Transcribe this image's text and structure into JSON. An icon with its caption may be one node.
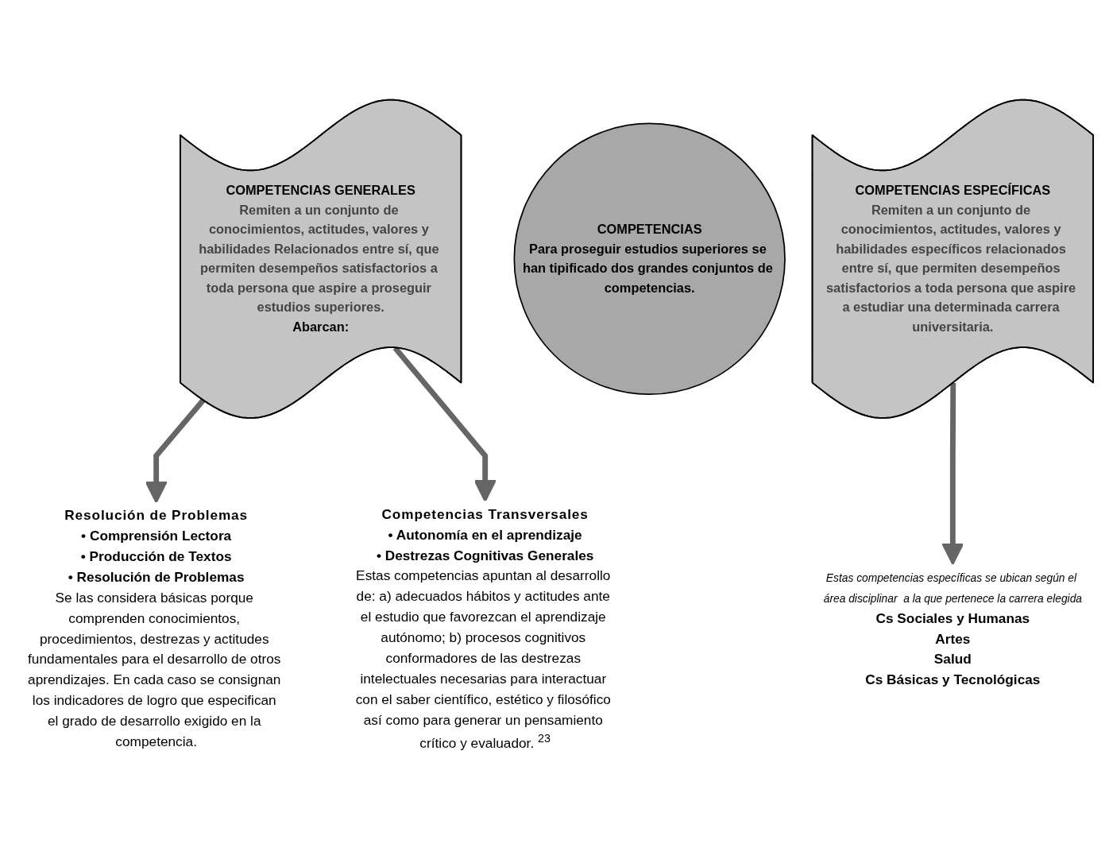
{
  "diagram": {
    "nodes": [
      {
        "text": [
          "COMPETENCIAS GENERALES",
          "Remiten a un conjunto de conocimientos, actitudes, valores y habilidades Relacionados entre sí, que permiten desempeños satisfactorios a toda persona que aspire a proseguir estudios superiores.",
          "Abarcan:"
        ]
      },
      {
        "text": [
          "COMPETENCIAS",
          "Para proseguir estudios superiores se han tipificado dos grandes conjuntos de competencias."
        ]
      },
      {
        "text": [
          "COMPETENCIAS ESPECÍFICAS",
          "Remiten a un conjunto de conocimientos, actitudes, valores y habilidades específicos relacionados entre sí, que permiten desempeños satisfactorios a toda persona que aspire a estudiar una determinada carrera universitaria."
        ]
      },
      {
        "text": [
          "Resolución de Problemas",
          "• Comprensión Lectora",
          "• Producción de Textos",
          "• Resolución de Problemas",
          "Se las considera básicas porque comprenden conocimientos, procedimientos, destrezas y actitudes fundamentales para el desarrollo de otros aprendizajes. En cada caso se consignan los indicadores de logro que especifican el grado de desarrollo exigido en la competencia."
        ]
      },
      {
        "text": [
          "Competencias Transversales",
          "• Autonomía en el aprendizaje",
          "• Destrezas Cognitivas Generales",
          "Estas competencias apuntan al desarrollo de: a) adecuados hábitos y actitudes ante el estudio que favorezcan el aprendizaje autónomo; b) procesos cognitivos conformadores de las destrezas intelectuales necesarias para interactuar con el saber científico, estético y filosófico así como para generar un pensamiento crítico y evaluador. $^{23}$"
        ]
      },
      {
        "text": [
          "Estas competencias específicas se ubican según el área disciplinar  a la que pertenece la carrera elegida",
          "Cs Sociales y Humanas",
          "Artes",
          "Salud",
          "Cs Básicas y Tecnológicas"
        ]
      }
    ],
    "edges": [
      {
        "from": 0,
        "to": 3,
        "arrow": "to"
      },
      {
        "from": 0,
        "to": 4,
        "arrow": "to"
      },
      {
        "from": 2,
        "to": 5,
        "arrow": "to"
      }
    ]
  }
}
